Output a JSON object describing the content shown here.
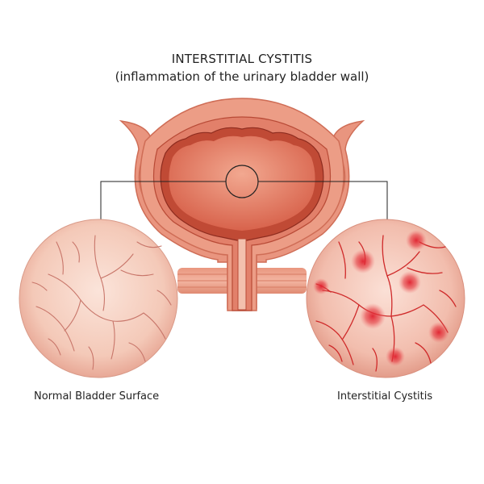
{
  "diagram": {
    "title": "INTERSTITIAL CYSTITIS",
    "subtitle": "(inflammation of the urinary bladder wall)",
    "left_label": "Normal Bladder Surface",
    "right_label": "Interstitial Cystitis",
    "colors": {
      "bladder_outer": "#e58f78",
      "bladder_inner": "#d9674f",
      "lining_dark": "#b0402e",
      "normal_surface": "#f6cfc0",
      "inflamed_surface": "#f5c3b5",
      "normal_vessel": "#c8766a",
      "inflamed_vessel": "#cf2a2a",
      "inflammation_spot": "#e02a35"
    }
  }
}
